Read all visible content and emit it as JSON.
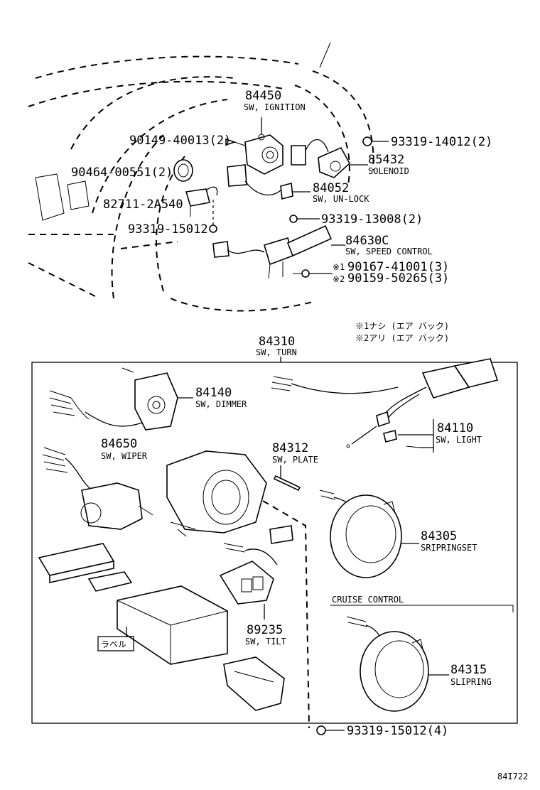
{
  "parts": {
    "p84450": {
      "number": "84450",
      "name": "SW, IGNITION"
    },
    "p90149": {
      "number": "90149-40013(2)"
    },
    "p93319a": {
      "number": "93319-14012(2)"
    },
    "p85432": {
      "number": "85432",
      "name": "SOLENOID"
    },
    "p90464": {
      "number": "90464-00551(2)"
    },
    "p84052": {
      "number": "84052",
      "name": "SW, UN-LOCK"
    },
    "p82711": {
      "number": "82711-2A540"
    },
    "p93319b": {
      "number": "93319-13008(2)"
    },
    "p93319c": {
      "number": "93319-15012"
    },
    "p84630c": {
      "number": "84630C",
      "name": "SW, SPEED CONTROL"
    },
    "p90167": {
      "number": "90167-41001(3)",
      "mark": "※1"
    },
    "p90159": {
      "number": "90159-50265(3)",
      "mark": "※2"
    },
    "p84310": {
      "number": "84310",
      "name": "SW, TURN"
    },
    "p84140": {
      "number": "84140",
      "name": "SW, DIMMER"
    },
    "p84110": {
      "number": "84110",
      "name": "SW, LIGHT"
    },
    "p84650": {
      "number": "84650",
      "name": "SW, WIPER"
    },
    "p84312": {
      "number": "84312",
      "name": "SW, PLATE"
    },
    "p84305": {
      "number": "84305",
      "name": "SRIPRINGSET"
    },
    "p89235": {
      "number": "89235",
      "name": "SW, TILT"
    },
    "p84315": {
      "number": "84315",
      "name": "SLIPRING"
    },
    "p93319d": {
      "number": "93319-15012(4)"
    }
  },
  "notes": {
    "note1": "※1ナシ (エア バック)",
    "note2": "※2アリ (エア バック)"
  },
  "section_label": "CRUISE CONTROL",
  "tag_label": "ラベル",
  "figure_id": "84I722"
}
